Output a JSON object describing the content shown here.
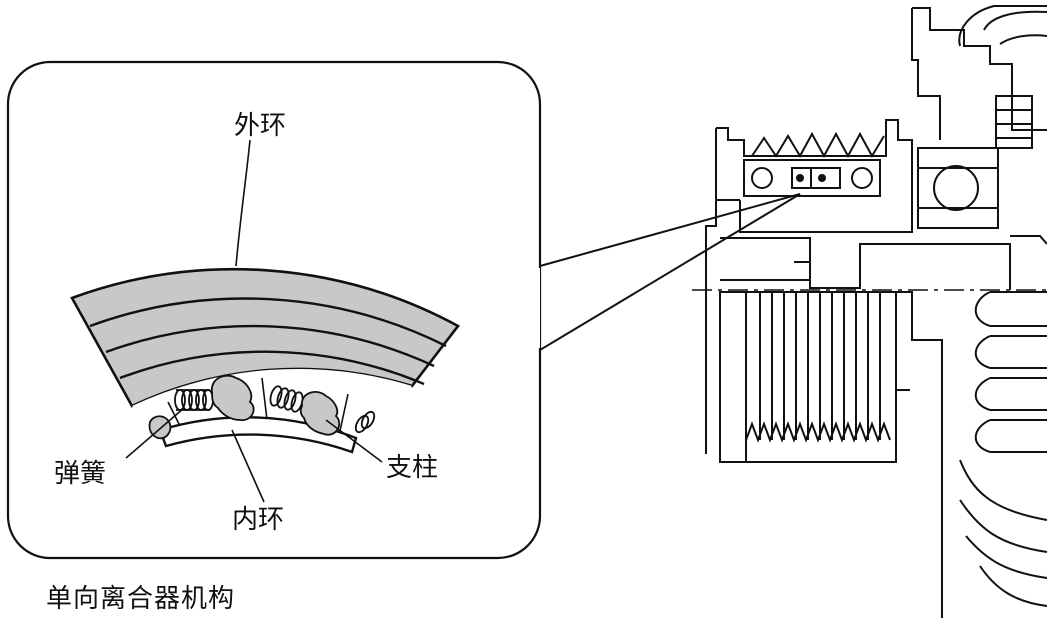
{
  "diagram": {
    "caption": "单向离合器机构",
    "labels": {
      "outer_ring": "外环",
      "inner_ring": "内环",
      "spring": "弹簧",
      "strut": "支柱"
    },
    "colors": {
      "ring_fill": "#c8c8c8",
      "line": "#111111",
      "background": "#ffffff"
    }
  }
}
